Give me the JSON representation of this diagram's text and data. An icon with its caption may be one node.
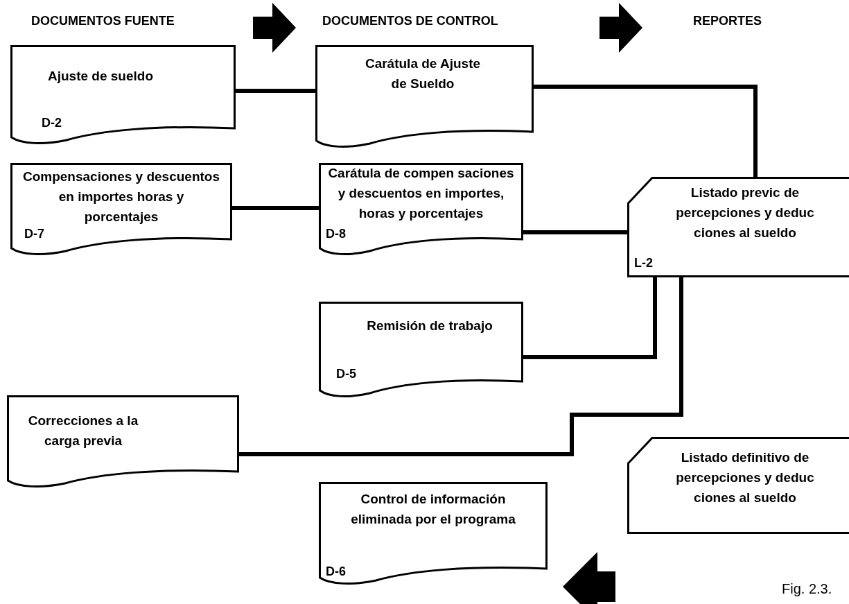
{
  "diagram": {
    "caption": "Fig. 2.3.",
    "nodes": [
      {
        "text": [
          "Ajuste de sueldo",
          "D-2"
        ]
      },
      {
        "text": [
          "Carátula de Ajuste de Sueldo"
        ]
      },
      {
        "text": [
          "Compensaciones y descuentos en importes horas y porcentajes",
          "D-7"
        ]
      },
      {
        "text": [
          "Carátula de compen saciones y descuentos en importes, horas y porcentajes",
          "D-8"
        ]
      },
      {
        "text": [
          "Listado previc de percepciones y deduc ciones al sueldo",
          "L-2"
        ]
      },
      {
        "text": [
          "Remisión de trabajo",
          "D-5"
        ]
      },
      {
        "text": [
          "Correcciones a la carga previa"
        ]
      },
      {
        "text": [
          "Listado definitivo de percepciones y deduc ciones al sueldo"
        ]
      },
      {
        "text": [
          "Control de información eliminada por el programa",
          "D-6"
        ]
      }
    ],
    "edges": [
      {
        "from": 0,
        "to": 1,
        "arrow": "none"
      },
      {
        "from": 1,
        "to": 4,
        "arrow": "none"
      },
      {
        "from": 2,
        "to": 3,
        "arrow": "none"
      },
      {
        "from": 3,
        "to": 4,
        "arrow": "none"
      },
      {
        "from": 5,
        "to": 4,
        "arrow": "none"
      },
      {
        "from": 6,
        "to": 4,
        "arrow": "none"
      }
    ],
    "labels": [
      "DOCUMENTOS FUENTE",
      "DOCUMENTOS DE CONTROL",
      "REPORTES"
    ]
  }
}
